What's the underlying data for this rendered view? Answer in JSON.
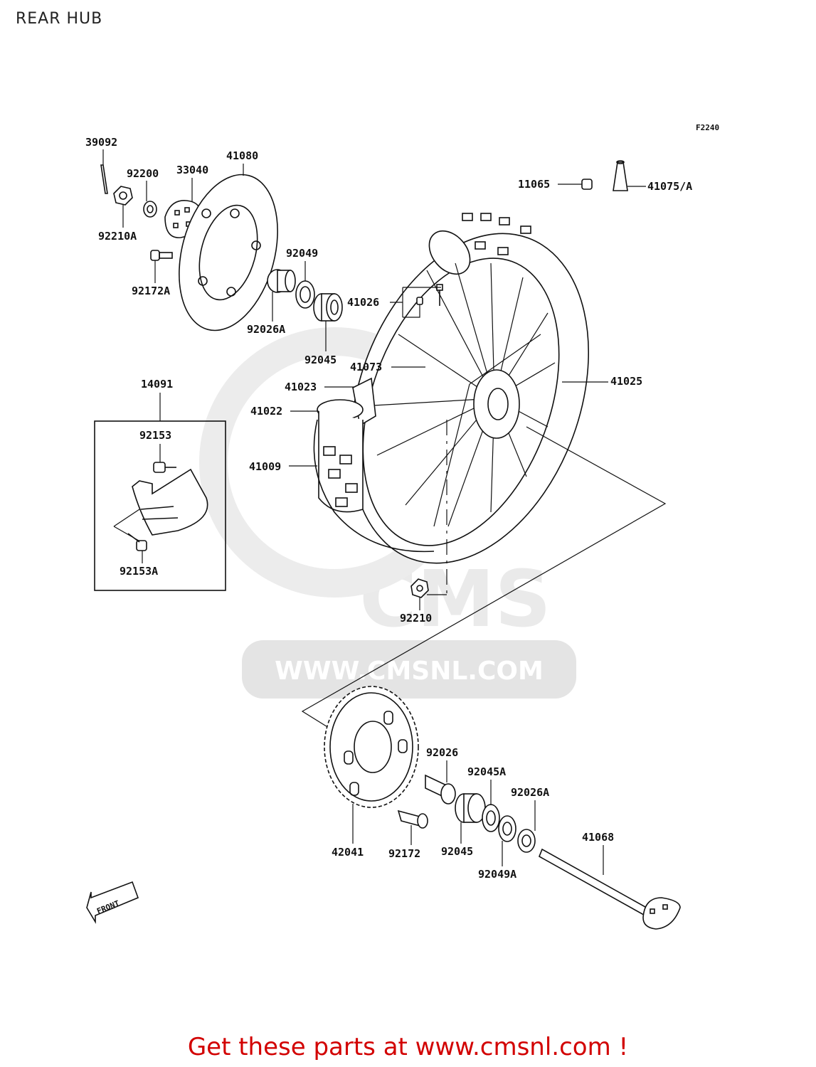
{
  "header": {
    "title": "REAR HUB"
  },
  "figure_code": "F2240",
  "watermark": {
    "logo": "CMS",
    "url": "WWW.CMSNL.COM"
  },
  "front_arrow": "FRONT",
  "parts": {
    "p39092": "39092",
    "p92200": "92200",
    "p33040": "33040",
    "p41080": "41080",
    "p92210A": "92210A",
    "p92172A": "92172A",
    "p92049": "92049",
    "p92026A_top": "92026A",
    "p92045_top": "92045",
    "p11065": "11065",
    "p41075A": "41075/A",
    "p41026": "41026",
    "p41073": "41073",
    "p41023": "41023",
    "p41022": "41022",
    "p41009": "41009",
    "p41025": "41025",
    "p14091": "14091",
    "p92153": "92153",
    "p92153A": "92153A",
    "p92210": "92210",
    "p92026": "92026",
    "p92045A": "92045A",
    "p92026A_bot": "92026A",
    "p41068": "41068",
    "p42041": "42041",
    "p92172": "92172",
    "p92045_bot": "92045",
    "p92049A": "92049A"
  },
  "footer": {
    "cta": "Get these parts at www.cmsnl.com !"
  },
  "colors": {
    "cta": "#d20000",
    "line": "#111111",
    "watermark": "#e4e4e4"
  }
}
